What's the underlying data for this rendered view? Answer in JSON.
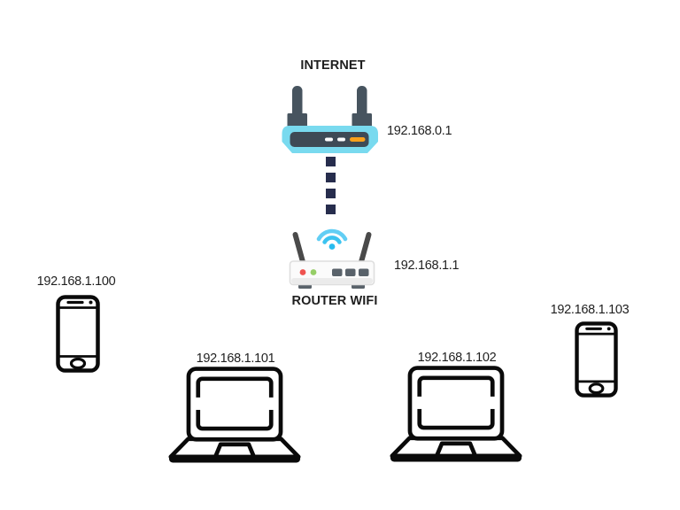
{
  "labels": {
    "internet": "INTERNET",
    "router_wifi": "ROUTER WIFI"
  },
  "devices": {
    "modem": {
      "kind": "internet-modem",
      "ip": "192.168.0.1"
    },
    "wifi_router": {
      "kind": "wifi-router",
      "ip": "192.168.1.1"
    },
    "phone_left": {
      "kind": "smartphone",
      "ip": "192.168.1.100"
    },
    "laptop_left": {
      "kind": "laptop",
      "ip": "192.168.1.101"
    },
    "laptop_right": {
      "kind": "laptop",
      "ip": "192.168.1.102"
    },
    "phone_right": {
      "kind": "smartphone",
      "ip": "192.168.1.103"
    }
  },
  "icons": {
    "modem": "modem-icon",
    "wifi_router": "wifi-router-icon",
    "wifi_signal": "wifi-signal-icon",
    "smartphone": "smartphone-icon",
    "laptop": "laptop-icon",
    "link": "dotted-link"
  },
  "colors": {
    "modem_body_cyan": "#79DAEF",
    "modem_panel_slate": "#3E4A55",
    "modem_antenna_slate": "#47545F",
    "modem_led_orange": "#F9A01B",
    "link_dot_navy": "#272D4D",
    "wifi_signal_blue": "#3CC3F0",
    "router_led_red": "#EF5350",
    "router_led_green": "#96CE67",
    "router_port_gray": "#59626A",
    "device_outline_black": "#0A0A0A",
    "text": "#1F1F1F"
  }
}
